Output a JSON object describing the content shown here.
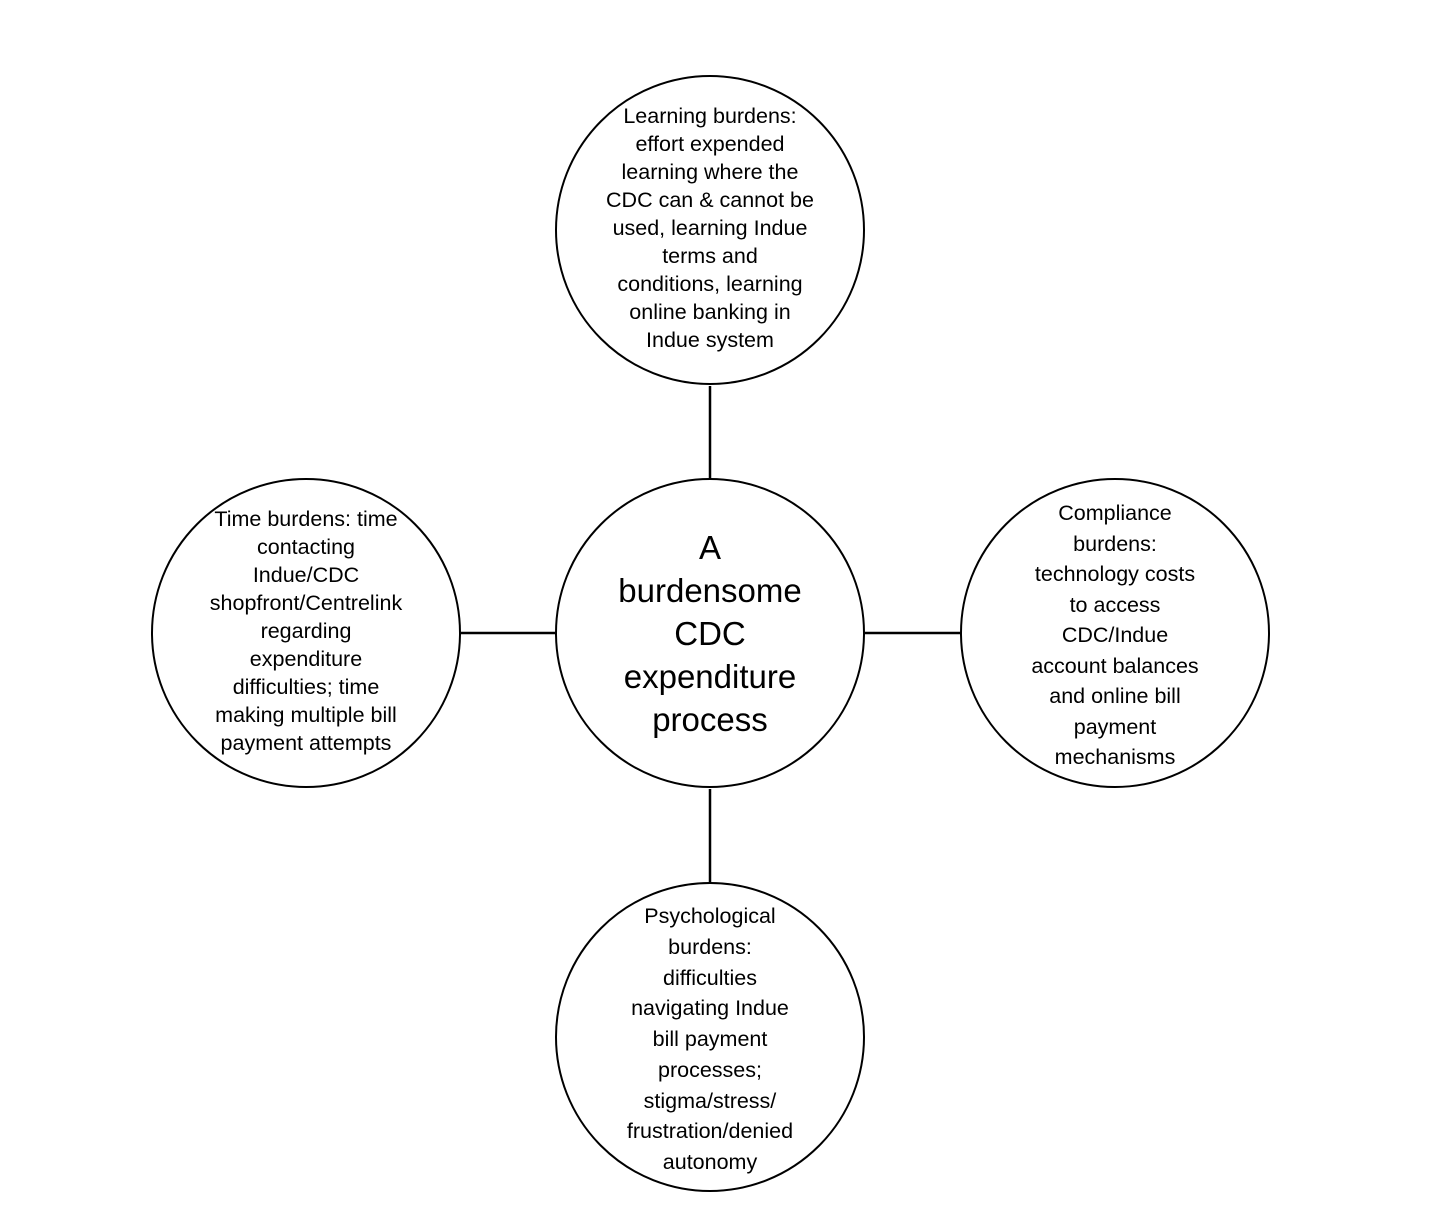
{
  "center": {
    "text": "A\nburdensome\nCDC\nexpenditure\nprocess"
  },
  "nodes": {
    "top": {
      "text": "Learning burdens:\neffort expended\nlearning where the\nCDC can & cannot be\nused, learning Indue\nterms and\nconditions, learning\nonline banking in\nIndue system"
    },
    "left": {
      "text": "Time burdens: time\ncontacting\nIndue/CDC\nshopfront/Centrelink\nregarding\nexpenditure\ndifficulties; time\nmaking multiple bill\npayment attempts"
    },
    "right": {
      "text": "Compliance\nburdens:\ntechnology costs\nto access\nCDC/Indue\naccount balances\nand online bill\npayment\nmechanisms"
    },
    "bottom": {
      "text": "Psychological\nburdens:\ndifficulties\nnavigating Indue\nbill payment\nprocesses;\nstigma/stress/\nfrustration/denied\nautonomy"
    }
  },
  "colors": {
    "stroke": "#000000",
    "fill": "#ffffff",
    "text": "#000000"
  }
}
